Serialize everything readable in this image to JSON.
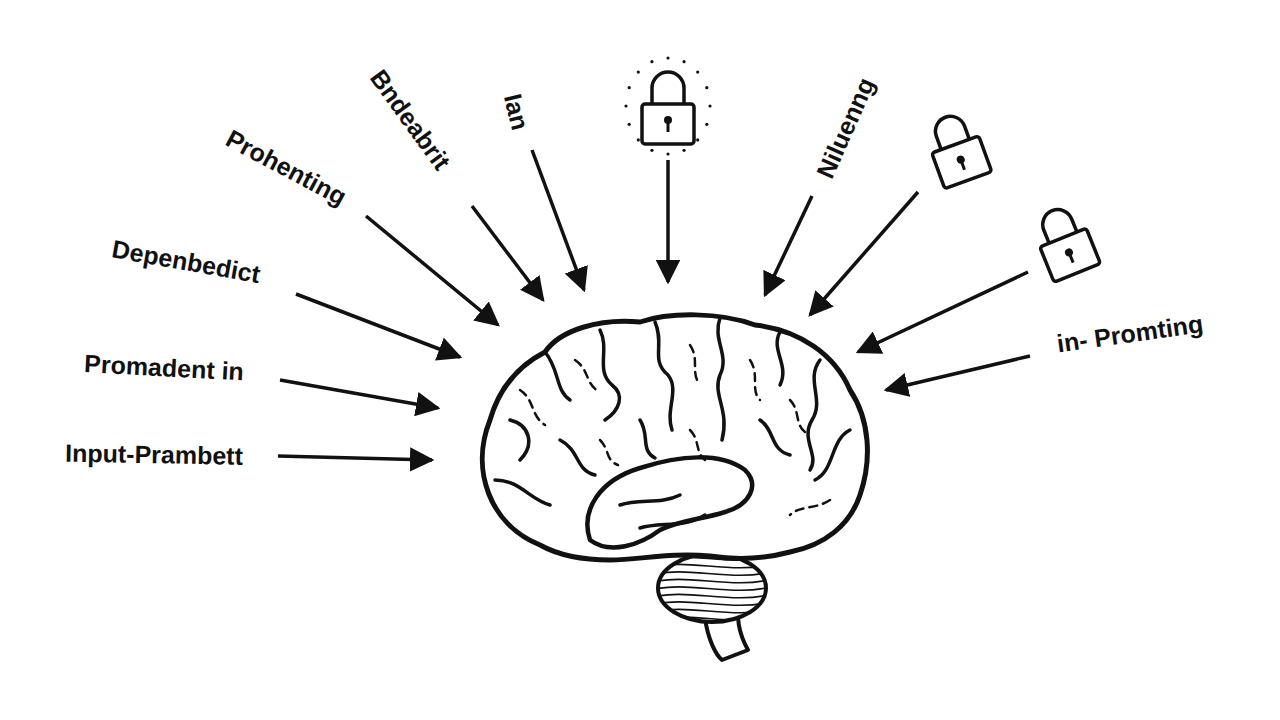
{
  "diagram": {
    "labels": [
      "Bndeabrit",
      "Ian",
      "Prohenting",
      "Niluenng",
      "Depenbedict",
      "in- Promting",
      "Promadent in",
      "Input-Prambett"
    ]
  }
}
